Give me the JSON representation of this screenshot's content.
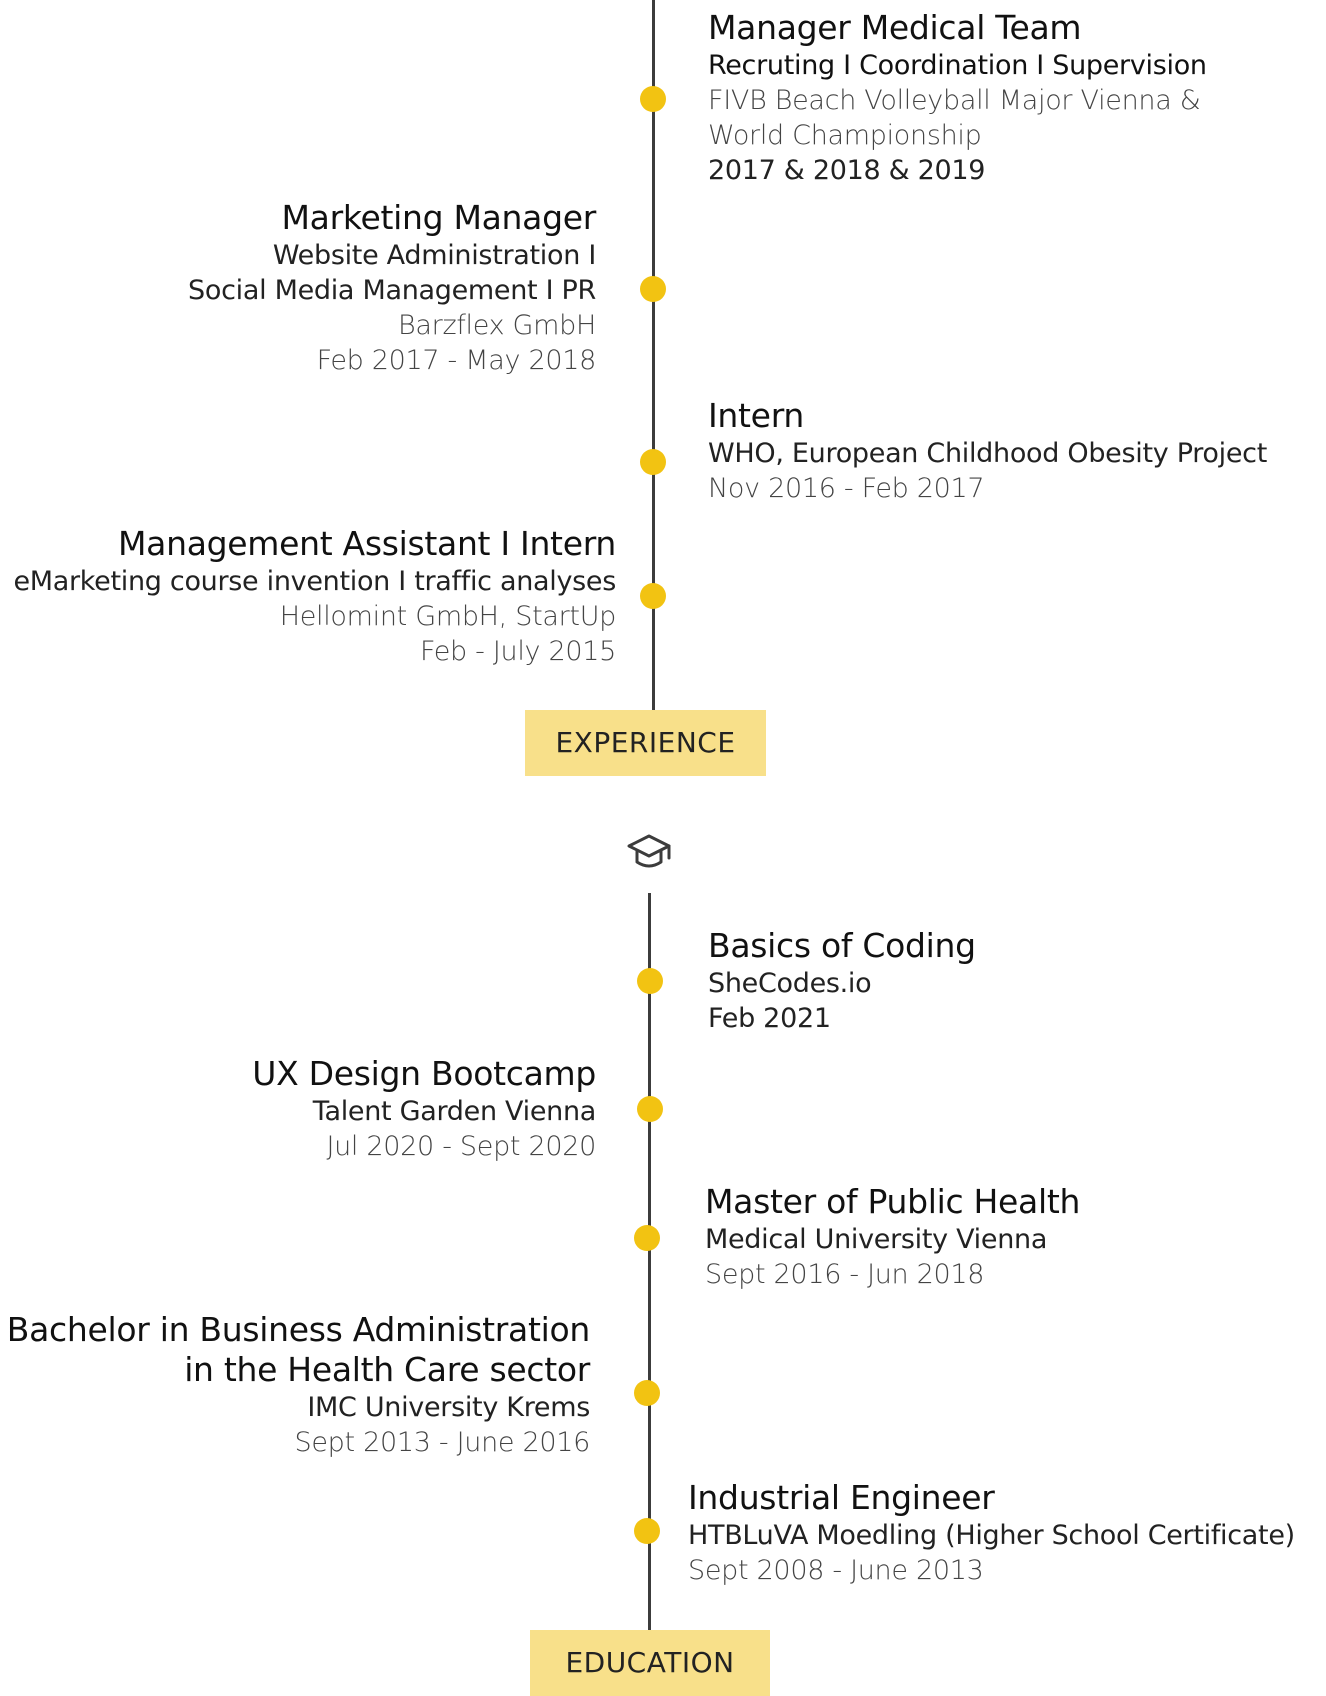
{
  "experience": {
    "label": "EXPERIENCE",
    "items": [
      {
        "title": "Manager Medical Team",
        "subtitle": "Recruting I Coordination I Supervision",
        "lines": [
          "FIVB Beach Volleyball Major Vienna &",
          "World Championship",
          "2017 & 2018 & 2019"
        ]
      },
      {
        "title": "Marketing Manager",
        "lines": [
          "Website Administration I",
          "Social Media Management I PR",
          "Barzflex GmbH",
          "Feb 2017 - May 2018"
        ]
      },
      {
        "title": "Intern",
        "lines": [
          "WHO, European Childhood  Obesity Project",
          "Nov 2016 - Feb 2017"
        ]
      },
      {
        "title": "Management Assistant I Intern",
        "lines": [
          "eMarketing course invention I traffic analyses",
          "Hellomint GmbH, StartUp",
          "Feb - July 2015"
        ]
      }
    ]
  },
  "education": {
    "label": "EDUCATION",
    "icon": "graduation-cap-icon",
    "items": [
      {
        "title": "Basics of Coding",
        "lines": [
          "SheCodes.io",
          "Feb 2021"
        ]
      },
      {
        "title": "UX Design Bootcamp",
        "lines": [
          "Talent Garden Vienna",
          "Jul 2020 - Sept 2020"
        ]
      },
      {
        "title": "Master of Public Health",
        "lines": [
          "Medical University Vienna",
          "Sept 2016 - Jun 2018"
        ]
      },
      {
        "title_lines": [
          "Bachelor in Business Administration",
          "in the Health Care sector"
        ],
        "lines": [
          "IMC University Krems",
          "Sept 2013 - June 2016"
        ]
      },
      {
        "title": "Industrial Engineer",
        "lines": [
          "HTBLuVA Moedling (Higher School Certificate)",
          "Sept 2008 - June 2013"
        ]
      }
    ]
  },
  "colors": {
    "accent": "#f2c312",
    "label_bg": "#f8e08a",
    "line": "#3c3c3c"
  }
}
